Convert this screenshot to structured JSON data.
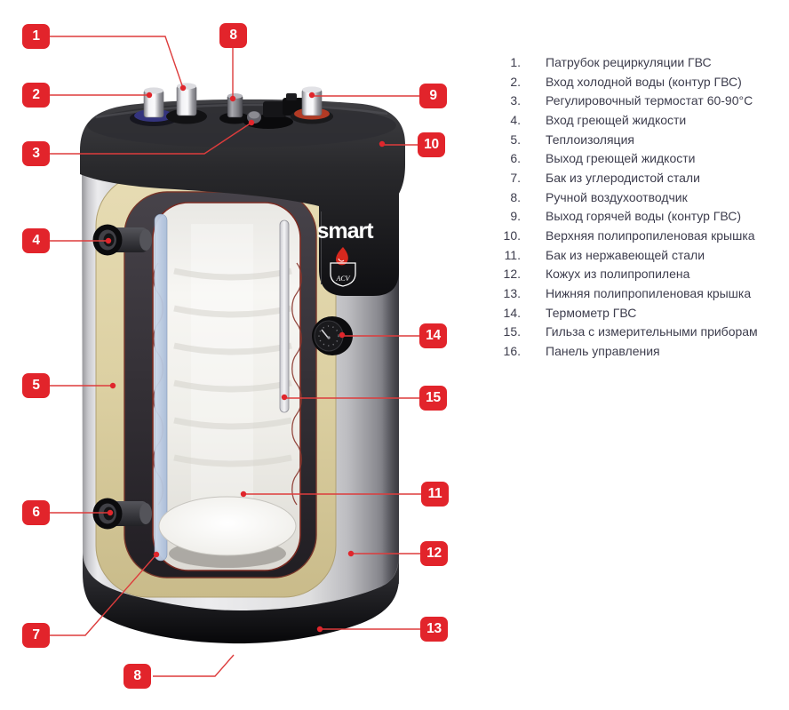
{
  "device": {
    "brand": "smart",
    "brand_sub": "ACV"
  },
  "colors": {
    "accent_red": "#e2242b",
    "line_red": "#dd3c3c",
    "legend_text": "#3d3d4d",
    "insulation_tan": "#dcd0a2",
    "cold_ring_blue": "#34347e",
    "hot_ring_red": "#b23a24"
  },
  "callouts": [
    "1",
    "2",
    "3",
    "4",
    "5",
    "6",
    "7",
    "8",
    "9",
    "10",
    "11",
    "12",
    "13",
    "14",
    "15",
    "8"
  ],
  "legend": {
    "items": [
      {
        "num": "1.",
        "text": "Патрубок рециркуляции ГВС"
      },
      {
        "num": "2.",
        "text": "Вход холодной воды (контур ГВС)"
      },
      {
        "num": "3.",
        "text": "Регулировочный термостат 60-90°С"
      },
      {
        "num": "4.",
        "text": "Вход греющей жидкости"
      },
      {
        "num": "5.",
        "text": "Теплоизоляция"
      },
      {
        "num": "6.",
        "text": "Выход греющей жидкости"
      },
      {
        "num": "7.",
        "text": "Бак из углеродистой стали"
      },
      {
        "num": "8.",
        "text": "Ручной воздухоотводчик"
      },
      {
        "num": "9.",
        "text": "Выход горячей воды (контур ГВС)"
      },
      {
        "num": "10.",
        "text": "Верхняя полипропиленовая крышка"
      },
      {
        "num": "11.",
        "text": "Бак из нержавеющей стали"
      },
      {
        "num": "12.",
        "text": "Кожух из полипропилена"
      },
      {
        "num": "13.",
        "text": "Нижняя полипропиленовая крышка"
      },
      {
        "num": "14.",
        "text": "Термометр ГВС"
      },
      {
        "num": "15.",
        "text": "Гильза с измерительными приборам"
      },
      {
        "num": "16.",
        "text": "Панель управления"
      }
    ]
  }
}
